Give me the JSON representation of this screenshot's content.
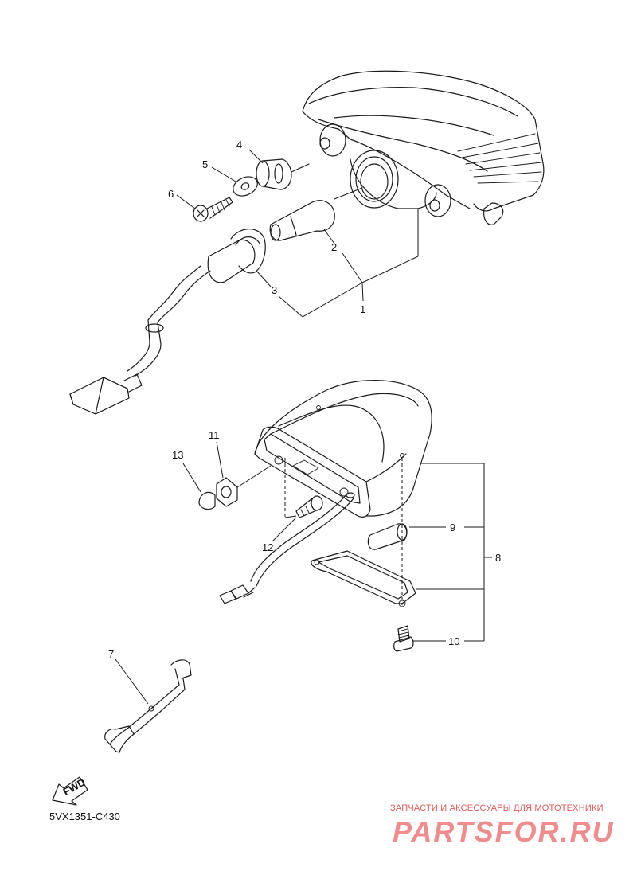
{
  "diagram": {
    "callouts": {
      "c1": "1",
      "c2": "2",
      "c3": "3",
      "c4": "4",
      "c5": "5",
      "c6": "6",
      "c7": "7",
      "c8": "8",
      "c9": "9",
      "c10": "10",
      "c11": "11",
      "c12": "12",
      "c13": "13"
    },
    "fwd_label": "FWD",
    "part_code": "5VX1351-C430"
  },
  "watermark": {
    "top_text": "ЗАПЧАСТИ И АКСЕССУАРЫ ДЛЯ МОТОТЕХНИКИ",
    "logo_text": "PARTSFOR.RU"
  },
  "colors": {
    "line": "#1a1a1a",
    "watermark_text": "#e05a5a",
    "watermark_logo": "#f08c8c"
  }
}
